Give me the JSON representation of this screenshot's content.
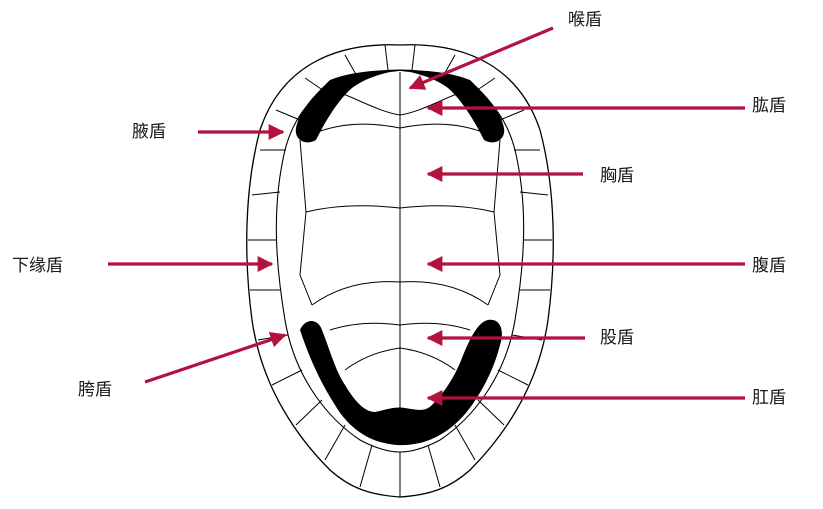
{
  "labels": {
    "throat": "喉盾",
    "humeral": "肱盾",
    "axillary": "腋盾",
    "pectoral": "胸盾",
    "marginal": "下缘盾",
    "abdominal": "腹盾",
    "femoral": "股盾",
    "inguinal": "胯盾",
    "anal": "肛盾"
  },
  "colors": {
    "arrow": "#b4123e",
    "outline": "#000000",
    "fill_dark": "#000000"
  }
}
